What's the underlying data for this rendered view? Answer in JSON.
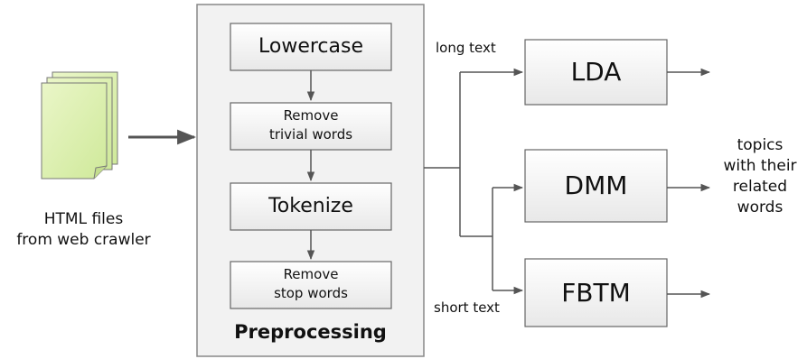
{
  "diagram": {
    "input": {
      "label_line1": "HTML files",
      "label_line2": "from web crawler"
    },
    "preprocessing": {
      "title": "Preprocessing",
      "steps": [
        {
          "label_line1": "Lowercase",
          "label_line2": ""
        },
        {
          "label_line1": "Remove",
          "label_line2": "trivial words"
        },
        {
          "label_line1": "Tokenize",
          "label_line2": ""
        },
        {
          "label_line1": "Remove",
          "label_line2": "stop words"
        }
      ]
    },
    "branches": {
      "long_text": "long text",
      "short_text": "short text"
    },
    "models": [
      {
        "label": "LDA"
      },
      {
        "label": "DMM"
      },
      {
        "label": "FBTM"
      }
    ],
    "output": {
      "line1": "topics",
      "line2": "with their",
      "line3": "related",
      "line4": "words"
    }
  }
}
